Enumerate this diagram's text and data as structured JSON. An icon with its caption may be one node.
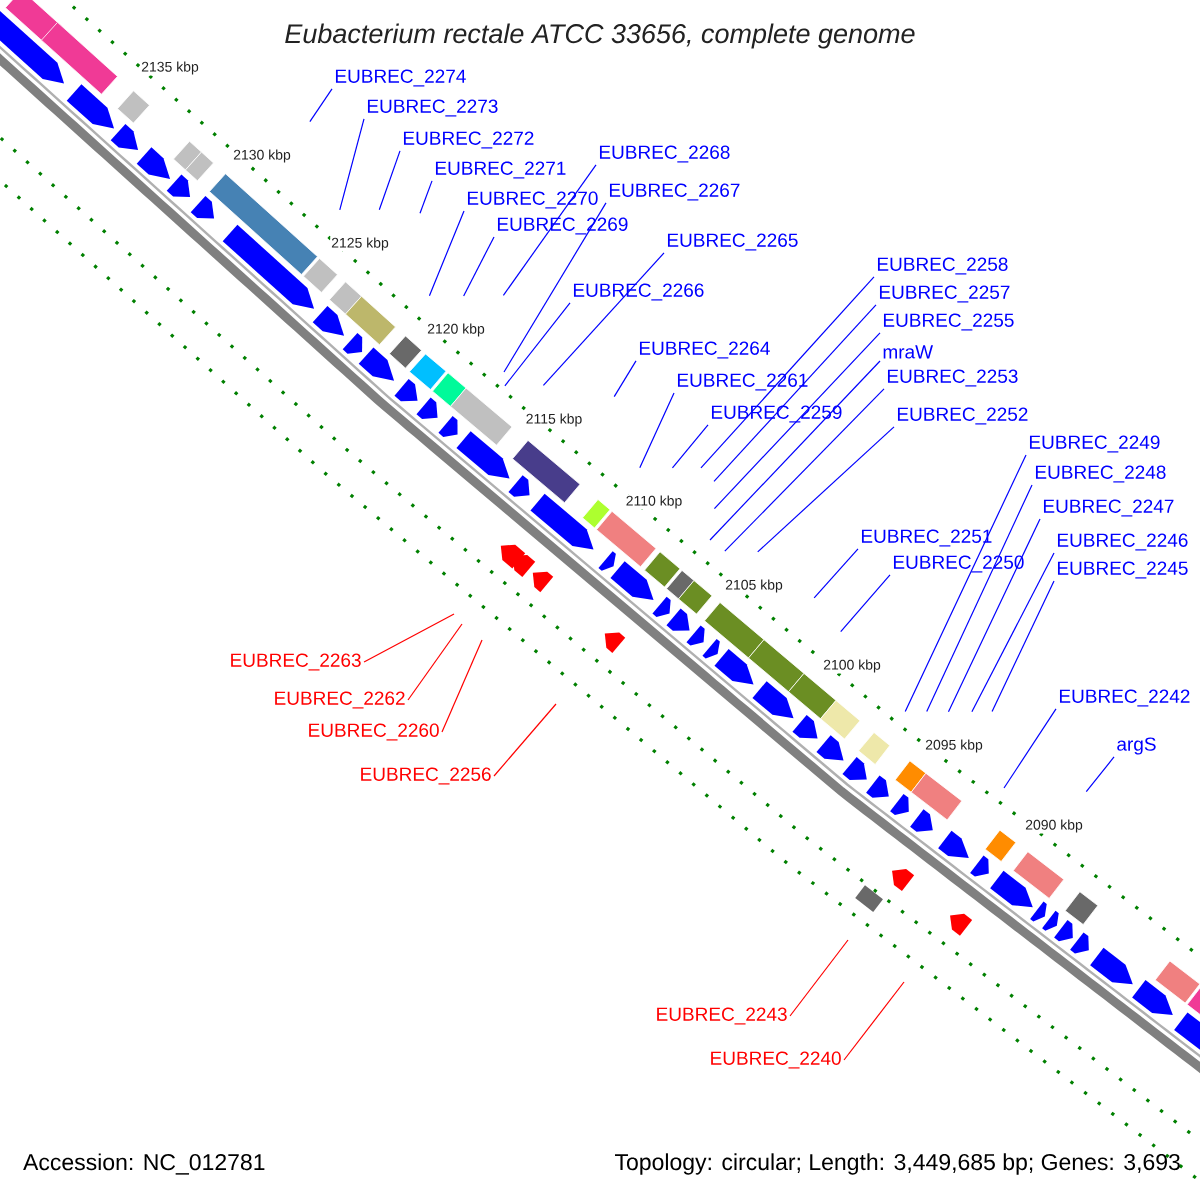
{
  "diagram": {
    "title": "Eubacterium rectale ATCC 33656, complete genome",
    "nodes": [
      {
        "text": [
          "EUBREC_2274"
        ]
      },
      {
        "text": [
          "EUBREC_2273"
        ]
      },
      {
        "text": [
          "EUBREC_2272"
        ]
      },
      {
        "text": [
          "EUBREC_2271"
        ]
      },
      {
        "text": [
          "EUBREC_2270"
        ]
      },
      {
        "text": [
          "EUBREC_2269"
        ]
      },
      {
        "text": [
          "EUBREC_2268"
        ]
      },
      {
        "text": [
          "EUBREC_2267"
        ]
      },
      {
        "text": [
          "EUBREC_2265"
        ]
      },
      {
        "text": [
          "EUBREC_2266"
        ]
      },
      {
        "text": [
          "EUBREC_2264"
        ]
      },
      {
        "text": [
          "EUBREC_2261"
        ]
      },
      {
        "text": [
          "EUBREC_2259"
        ]
      },
      {
        "text": [
          "EUBREC_2258"
        ]
      },
      {
        "text": [
          "EUBREC_2257"
        ]
      },
      {
        "text": [
          "EUBREC_2255"
        ]
      },
      {
        "text": [
          "mraW"
        ]
      },
      {
        "text": [
          "EUBREC_2253"
        ]
      },
      {
        "text": [
          "EUBREC_2252"
        ]
      },
      {
        "text": [
          "EUBREC_2249"
        ]
      },
      {
        "text": [
          "EUBREC_2248"
        ]
      },
      {
        "text": [
          "EUBREC_2247"
        ]
      },
      {
        "text": [
          "EUBREC_2251"
        ]
      },
      {
        "text": [
          "EUBREC_2246"
        ]
      },
      {
        "text": [
          "EUBREC_2250"
        ]
      },
      {
        "text": [
          "EUBREC_2245"
        ]
      },
      {
        "text": [
          "EUBREC_2263"
        ]
      },
      {
        "text": [
          "EUBREC_2262"
        ]
      },
      {
        "text": [
          "EUBREC_2260"
        ]
      },
      {
        "text": [
          "EUBREC_2242"
        ]
      },
      {
        "text": [
          "EUBREC_2256"
        ]
      },
      {
        "text": [
          "argS"
        ]
      },
      {
        "text": [
          "EUBREC_2243"
        ]
      },
      {
        "text": [
          "EUBREC_2240"
        ]
      }
    ],
    "edges": [
      {
        "from": 0,
        "to": null,
        "arrow": "none"
      },
      {
        "from": 1,
        "to": null,
        "arrow": "none"
      },
      {
        "from": 2,
        "to": null,
        "arrow": "none"
      },
      {
        "from": 3,
        "to": null,
        "arrow": "none"
      },
      {
        "from": 4,
        "to": null,
        "arrow": "none"
      },
      {
        "from": 5,
        "to": null,
        "arrow": "none"
      },
      {
        "from": 6,
        "to": null,
        "arrow": "none"
      },
      {
        "from": 7,
        "to": null,
        "arrow": "none"
      },
      {
        "from": 8,
        "to": null,
        "arrow": "none"
      },
      {
        "from": 9,
        "to": null,
        "arrow": "none"
      },
      {
        "from": 10,
        "to": null,
        "arrow": "none"
      },
      {
        "from": 11,
        "to": null,
        "arrow": "none"
      },
      {
        "from": 12,
        "to": null,
        "arrow": "none"
      },
      {
        "from": 13,
        "to": null,
        "arrow": "none"
      },
      {
        "from": 14,
        "to": null,
        "arrow": "none"
      },
      {
        "from": 15,
        "to": null,
        "arrow": "none"
      },
      {
        "from": 16,
        "to": null,
        "arrow": "none"
      },
      {
        "from": 17,
        "to": null,
        "arrow": "none"
      },
      {
        "from": 18,
        "to": null,
        "arrow": "none"
      },
      {
        "from": 19,
        "to": null,
        "arrow": "none"
      },
      {
        "from": 20,
        "to": null,
        "arrow": "none"
      },
      {
        "from": 21,
        "to": null,
        "arrow": "none"
      },
      {
        "from": 22,
        "to": null,
        "arrow": "none"
      },
      {
        "from": 23,
        "to": null,
        "arrow": "none"
      },
      {
        "from": 24,
        "to": null,
        "arrow": "none"
      },
      {
        "from": 25,
        "to": null,
        "arrow": "none"
      },
      {
        "from": 26,
        "to": null,
        "arrow": "none",
        "color": "#ff0000"
      },
      {
        "from": 27,
        "to": null,
        "arrow": "none",
        "color": "#ff0000"
      },
      {
        "from": 28,
        "to": null,
        "arrow": "none",
        "color": "#ff0000"
      },
      {
        "from": 29,
        "to": null,
        "arrow": "none"
      },
      {
        "from": 30,
        "to": null,
        "arrow": "none",
        "color": "#ff0000"
      },
      {
        "from": 31,
        "to": null,
        "arrow": "none"
      },
      {
        "from": 32,
        "to": null,
        "arrow": "none",
        "color": "#ff0000"
      },
      {
        "from": 33,
        "to": null,
        "arrow": "none",
        "color": "#ff0000"
      }
    ],
    "labels": [
      "2135 kbp",
      "2130 kbp",
      "2125 kbp",
      "2120 kbp",
      "2115 kbp",
      "2110 kbp",
      "2105 kbp",
      "2100 kbp",
      "2095 kbp",
      "2090 kbp",
      "Accession: NC_012781",
      "Topology: circular; Length: 3,449,685 bp; Genes: 3,693"
    ]
  }
}
